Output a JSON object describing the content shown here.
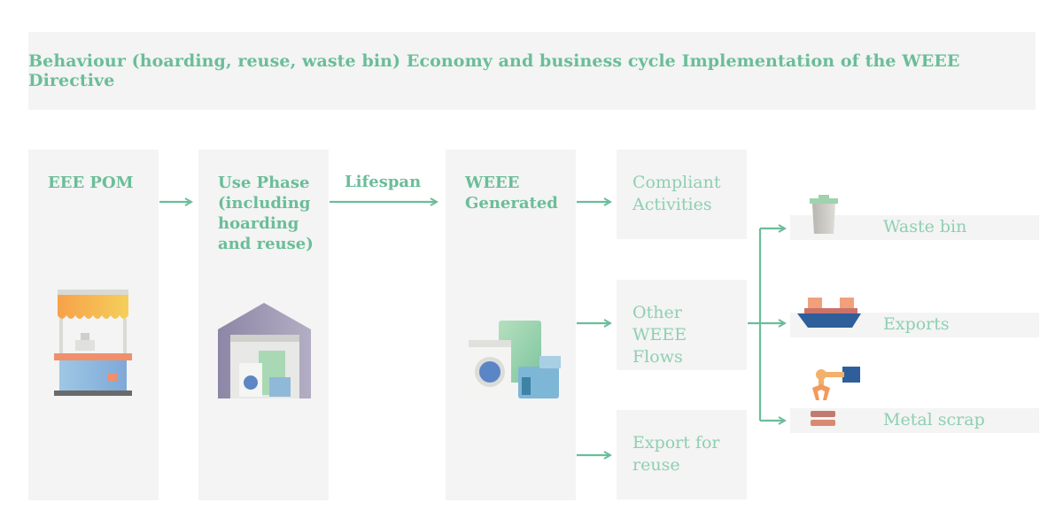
{
  "banner": {
    "text": "Behaviour (hoarding, reuse, waste bin) Economy and business cycle Implementation of the WEEE Directive"
  },
  "columns": {
    "eee_pom": "EEE POM",
    "use_phase": "Use Phase\n(including\nhoarding\nand reuse)",
    "weee_generated": "WEEE\nGenerated"
  },
  "lifespan_label": "Lifespan",
  "flows": {
    "compliant": "Compliant\nActivities",
    "other": "Other\nWEEE\nFlows",
    "export_reuse": "Export for\nreuse"
  },
  "destinations": {
    "waste_bin": "Waste bin",
    "exports": "Exports",
    "metal_scrap": "Metal scrap"
  },
  "icons": {
    "shop": "market-stall-icon",
    "warehouse": "warehouse-icon",
    "appliances": "appliances-icon",
    "bin": "trash-bin-icon",
    "ship": "cargo-ship-icon",
    "claw": "scrap-claw-icon"
  },
  "colors": {
    "accent": "#6bbd99",
    "light_text": "#8fcfb2",
    "panel": "#f3f4f3"
  }
}
